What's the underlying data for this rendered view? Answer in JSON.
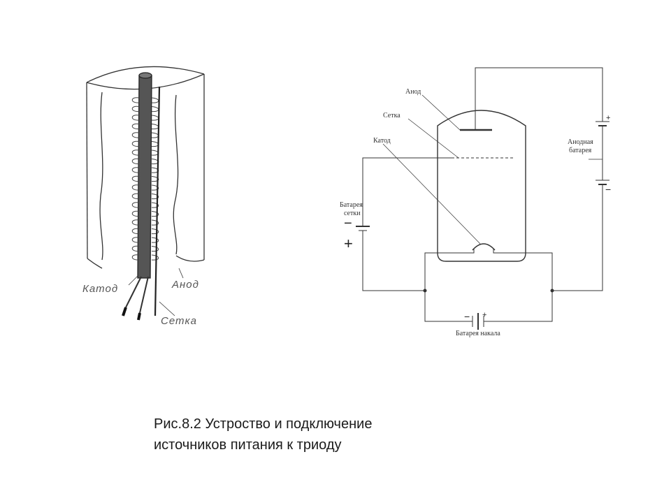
{
  "figure_left": {
    "labels": {
      "cathode": "Катод",
      "anode": "Анод",
      "grid": "Сетка"
    }
  },
  "figure_right": {
    "labels": {
      "anode": "Анод",
      "grid": "Сетка",
      "cathode": "Катод",
      "grid_battery_line1": "Батарея",
      "grid_battery_line2": "сетки",
      "anode_battery_line1": "Анодная",
      "anode_battery_line2": "батарея",
      "filament_battery": "Батарея накала"
    },
    "signs": {
      "grid_minus": "−",
      "grid_plus": "+",
      "anode_plus": "+",
      "anode_minus": "−",
      "filament_minus": "−",
      "filament_plus": "+"
    }
  },
  "caption": {
    "line1": "Рис.8.2 Устроство и подключение",
    "line2": "источников питания к триоду"
  }
}
